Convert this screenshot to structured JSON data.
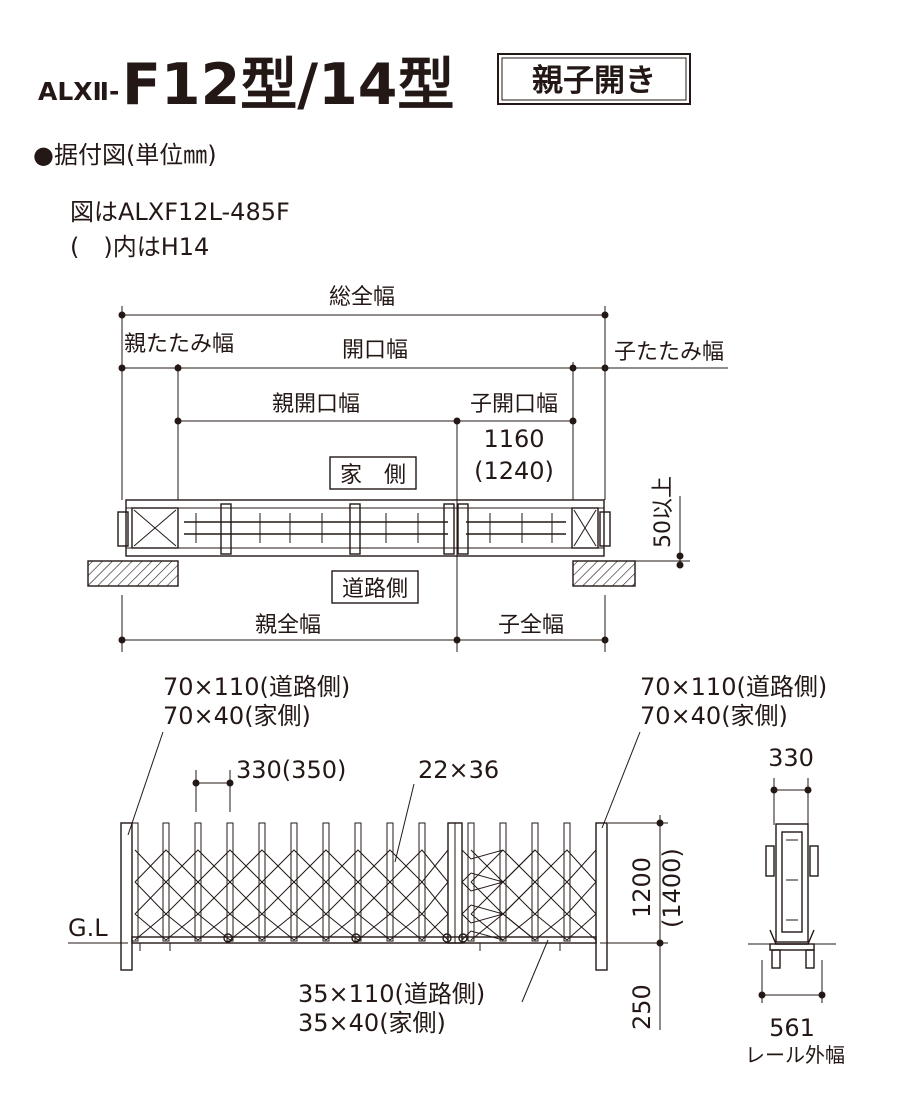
{
  "title": {
    "prefix": "ALXⅡ-",
    "main": "F12型/14型",
    "badge": "親子開き"
  },
  "section_heading": "●据付図(単位㎜)",
  "notes": {
    "line1": "図はALXF12L-485F",
    "line2": "(　)内はH14"
  },
  "plan_view": {
    "total_width": "総全幅",
    "parent_fold_width": "親たたみ幅",
    "opening_width": "開口幅",
    "child_fold_width": "子たたみ幅",
    "parent_opening_width": "親開口幅",
    "child_opening_width": "子開口幅",
    "child_opening_value": "1160",
    "child_opening_value_h14": "(1240)",
    "house_side": "家　側",
    "road_side": "道路側",
    "clearance": "50以上",
    "parent_total_width": "親全幅",
    "child_total_width": "子全幅"
  },
  "elevation_view": {
    "post_left_line1": "70×110(道路側)",
    "post_left_line2": "70×40(家側)",
    "post_right_line1": "70×110(道路側)",
    "post_right_line2": "70×40(家側)",
    "pitch": "330(350)",
    "pipe_size": "22×36",
    "ground_level": "G.L",
    "height": "1200",
    "height_h14": "(1400)",
    "embed_depth": "250",
    "mid_post_line1": "35×110(道路側)",
    "mid_post_line2": "35×40(家側)"
  },
  "side_view": {
    "top_width": "330",
    "rail_width": "561",
    "rail_label": "レール外幅"
  }
}
